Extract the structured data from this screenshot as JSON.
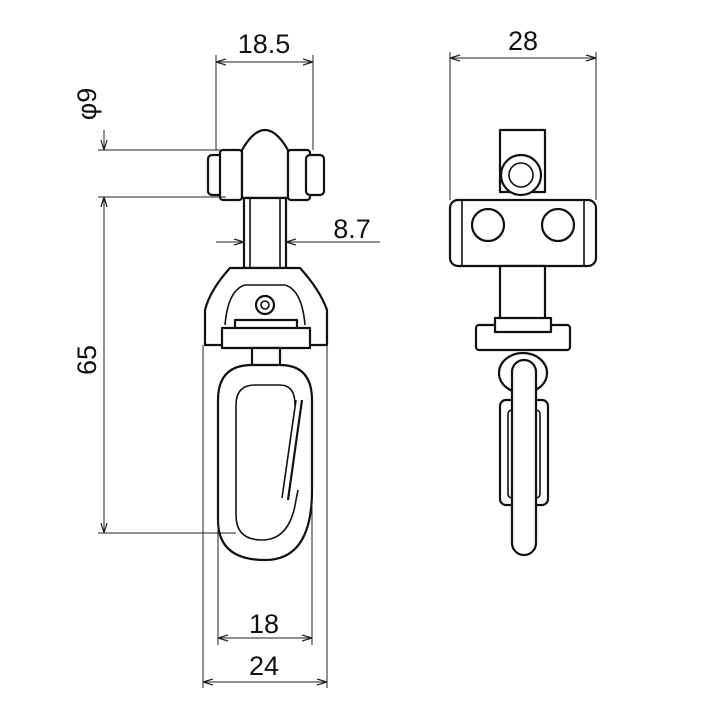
{
  "dimensions": {
    "top_width": "18.5",
    "right_width": "28",
    "phi_label": "φ9",
    "neck_width": "8.7",
    "height": "65",
    "hook_width": "18",
    "overall_width": "24"
  }
}
